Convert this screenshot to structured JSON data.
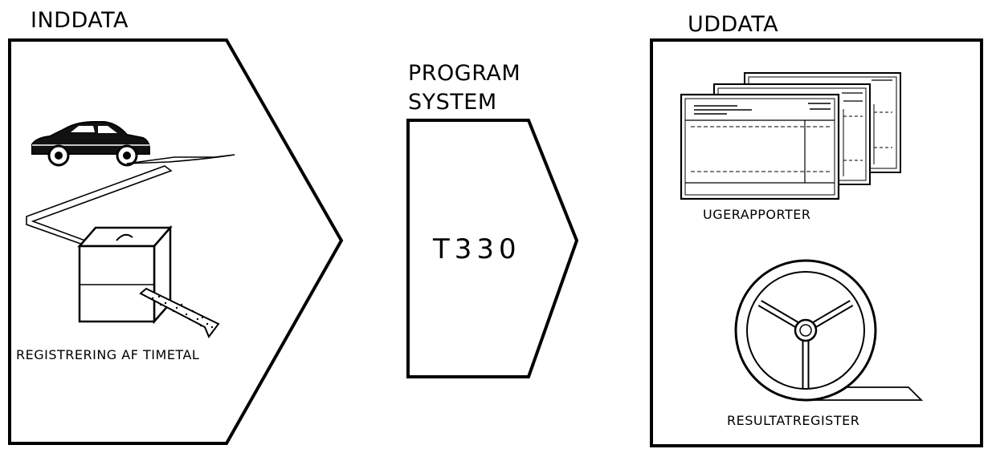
{
  "input": {
    "title": "INDDATA",
    "caption": "REGISTRERING AF TIMETAL"
  },
  "program": {
    "title_line1": "PROGRAM",
    "title_line2": "SYSTEM",
    "name": "T330"
  },
  "output": {
    "title": "UDDATA",
    "report_caption": "UGERAPPORTER",
    "register_caption": "RESULTATREGISTER"
  },
  "colors": {
    "ink": "#000000",
    "paper": "#ffffff"
  }
}
